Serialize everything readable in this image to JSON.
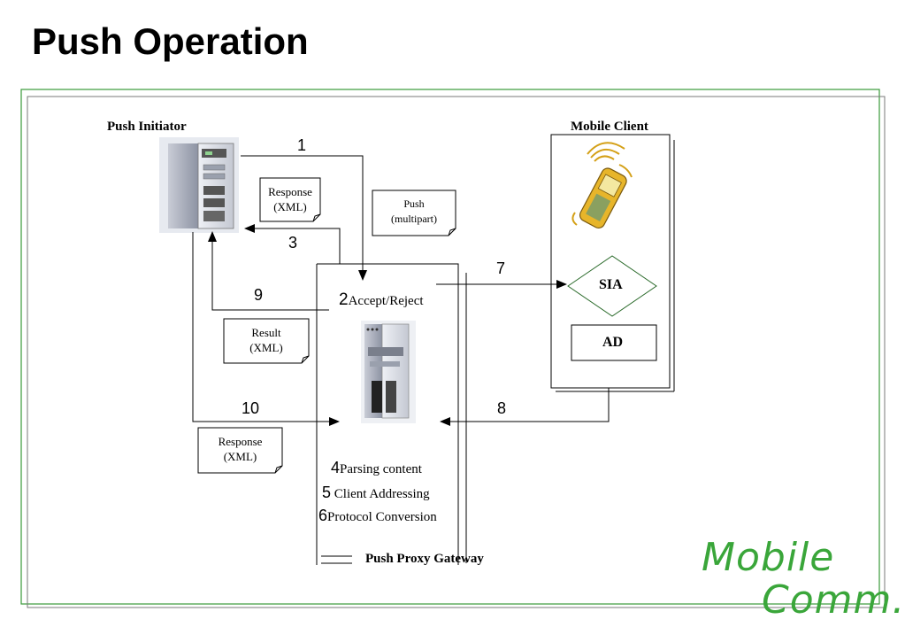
{
  "slide": {
    "title": "Push Operation"
  },
  "diagram": {
    "push_initiator_label": "Push Initiator",
    "mobile_client_label": "Mobile Client",
    "gateway_label": "Push Proxy Gateway",
    "sia_label": "SIA",
    "ad_label": "AD",
    "step_numbers": {
      "s1": "1",
      "s2": "2",
      "s3": "3",
      "s4": "4",
      "s5": "5",
      "s6": "6",
      "s7": "7",
      "s8": "8",
      "s9": "9",
      "s10": "10"
    },
    "step_texts": {
      "s2": "Accept/Reject",
      "s4": "Parsing content",
      "s5": "Client Addressing",
      "s6": "Protocol Conversion"
    },
    "notes": {
      "response_top": [
        "Response",
        "(XML)"
      ],
      "push": [
        "Push",
        "(multipart)"
      ],
      "result": [
        "Result",
        "(XML)"
      ],
      "response_bottom": [
        "Response",
        "(XML)"
      ]
    }
  },
  "logo": {
    "line1": "Mobile",
    "line2": "Comm."
  },
  "colors": {
    "frame": "#3a9a3a",
    "logo": "#3aa63a",
    "sia": "#2a6a2a"
  }
}
